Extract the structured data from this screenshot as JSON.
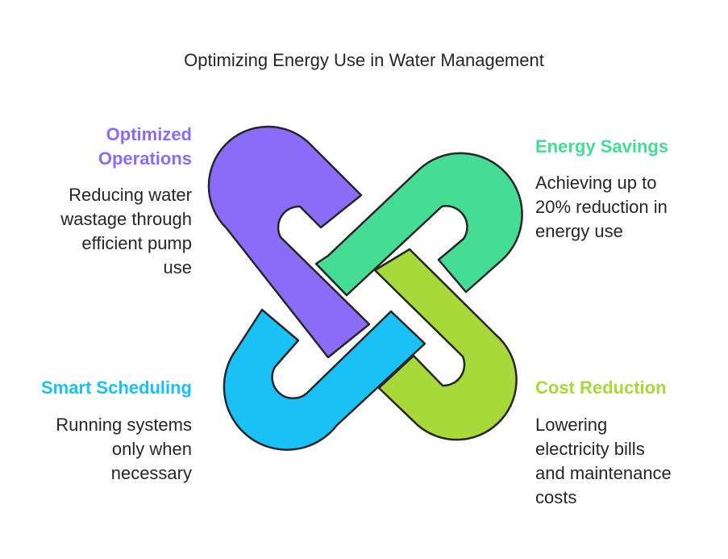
{
  "title": "Optimizing Energy Use in Water Management",
  "items": [
    {
      "heading": "Optimized Operations",
      "heading_lines": [
        "Optimized",
        "Operations"
      ],
      "description": "Reducing water wastage through efficient pump use",
      "description_lines": [
        "Reducing water",
        "wastage through",
        "efficient pump",
        "use"
      ],
      "color": "#8b6cf9"
    },
    {
      "heading": "Energy Savings",
      "description": "Achieving up to 20% reduction in energy use",
      "description_lines": [
        "Achieving up to",
        "20% reduction in",
        "energy use"
      ],
      "color": "#45dc93"
    },
    {
      "heading": "Smart Scheduling",
      "description": "Running systems only when necessary",
      "description_lines": [
        "Running systems",
        "only when",
        "necessary"
      ],
      "color": "#19c1f7"
    },
    {
      "heading": "Cost Reduction",
      "description": "Lowering electricity bills and maintenance costs",
      "description_lines": [
        "Lowering",
        "electricity bills",
        "and maintenance",
        "costs"
      ],
      "color": "#a8d93a"
    }
  ]
}
